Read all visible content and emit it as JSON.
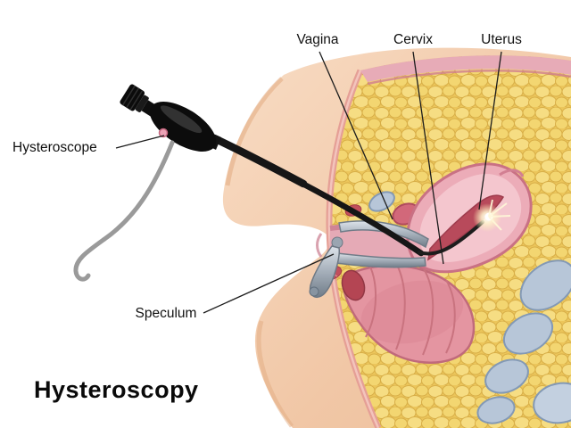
{
  "title": "Hysteroscopy",
  "labels": {
    "hysteroscope": "Hysteroscope",
    "vagina": "Vagina",
    "cervix": "Cervix",
    "uterus": "Uterus",
    "speculum": "Speculum"
  },
  "colors": {
    "background": "#ffffff",
    "skin": "#f3cbad",
    "fat": "#ecc65b",
    "tissue_pink": "#ecacb8",
    "cavity_red": "#b84a5b",
    "bone_blue": "#b7c6d8",
    "instrument_black": "#141414",
    "cable_gray": "#9a9a9a",
    "label_text": "#111111"
  }
}
